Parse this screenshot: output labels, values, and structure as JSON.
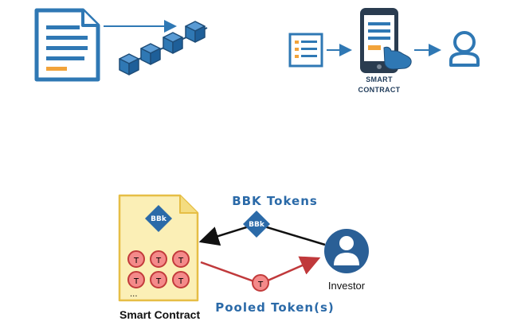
{
  "top_right": {
    "smart_line1": "SMART",
    "smart_line2": "CONTRACT"
  },
  "bottom": {
    "bbk_tokens_title": "BBK Tokens",
    "bbk_chip": "BBk",
    "bbk_doc_chip": "BBk",
    "pooled_tokens_title": "Pooled Token(s)",
    "token_letter": "T",
    "ellipsis": "...",
    "smart_contract_label": "Smart Contract",
    "investor_label": "Investor"
  },
  "colors": {
    "blue": "#2f78b4",
    "dark_blue": "#1e4d78",
    "orange": "#f2a33a",
    "doc_fill": "#fbefb6",
    "doc_border": "#e6be45",
    "token_fill": "#f48a8a",
    "token_border": "#c23b3b",
    "diamond": "#2b6aa8",
    "arrow_red": "#c0393b",
    "investor": "#2a5f96"
  }
}
